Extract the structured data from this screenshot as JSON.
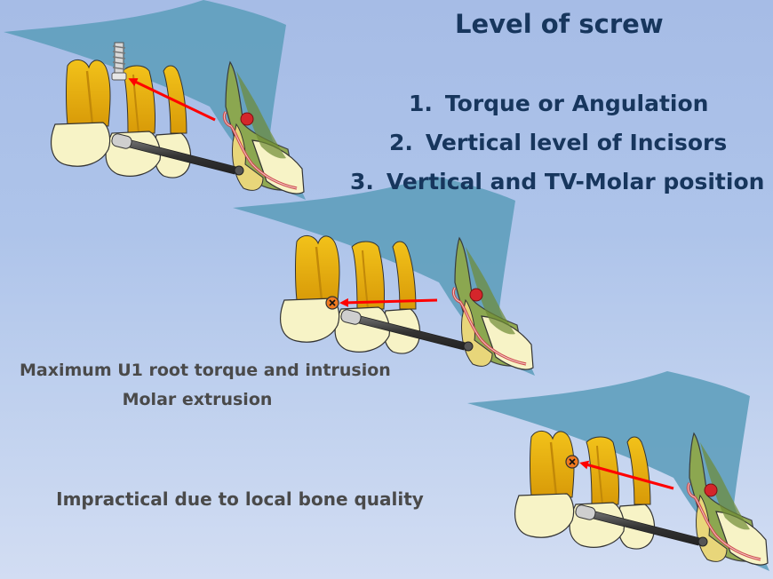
{
  "title": "Level of screw",
  "list": [
    {
      "number": "1.",
      "text": "Torque or Angulation"
    },
    {
      "number": "2.",
      "text": "Vertical level of Incisors"
    },
    {
      "number": "3.",
      "text": "Vertical and TV-Molar position"
    }
  ],
  "captions": {
    "effect_line1": "Maximum U1 root torque and intrusion",
    "effect_line2": "Molar extrusion",
    "impractical": "Impractical due to local bone quality"
  },
  "colors": {
    "bone": "#5f9fbd",
    "tooth_crown": "#f7f3c6",
    "tooth_root": "#e8b511",
    "incisor_root": "#8fa847",
    "arrow": "#ff0000",
    "wire": "#cc4a4a",
    "bar": "#444444",
    "screw_head": "#f07a20",
    "title_text": "#17365d",
    "caption_text": "#4a4a4a"
  },
  "diagrams": [
    {
      "name": "upper-diagram",
      "screw": "mini-screw-apical-icon"
    },
    {
      "name": "middle-diagram",
      "screw": "mini-screw-head-icon"
    },
    {
      "name": "lower-diagram",
      "screw": "mini-screw-head-icon"
    }
  ]
}
